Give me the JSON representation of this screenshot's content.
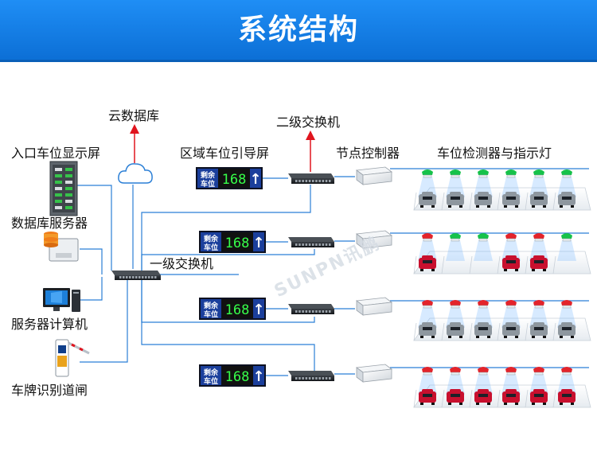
{
  "header": {
    "title": "系统结构",
    "bg": "#1a86ee"
  },
  "labels": {
    "cloud_db": "云数据库",
    "l2_switch": "二级交换机",
    "entrance_display": "入口车位显示屏",
    "zone_guide_screen": "区域车位引导屏",
    "node_controller": "节点控制器",
    "detector_indicator": "车位检测器与指示灯",
    "db_server": "数据库服务器",
    "l1_switch": "一级交换机",
    "service_pc": "服务器计算机",
    "plate_gate": "车牌识别道闸"
  },
  "guide_screens": [
    {
      "line1": "剩余",
      "line2": "车位",
      "count": "168",
      "arrow": "↑"
    },
    {
      "line1": "剩余",
      "line2": "车位",
      "count": "168",
      "arrow": "↑"
    },
    {
      "line1": "剩余",
      "line2": "车位",
      "count": "168",
      "arrow": "↑"
    },
    {
      "line1": "剩余",
      "line2": "车位",
      "count": "168",
      "arrow": "↑"
    }
  ],
  "watermark": "SUNPN讯鹏",
  "parking_rows": [
    {
      "lights": [
        "green",
        "green",
        "green",
        "green",
        "green",
        "green"
      ],
      "cars": [
        "silver",
        "silver",
        "silver",
        "silver",
        "silver",
        "silver"
      ]
    },
    {
      "lights": [
        "red",
        "green",
        "green",
        "red",
        "red",
        "green"
      ],
      "cars": [
        "red",
        "empty",
        "empty",
        "red",
        "red",
        "empty"
      ]
    },
    {
      "lights": [
        "red",
        "red",
        "red",
        "red",
        "red",
        "red"
      ],
      "cars": [
        "silver",
        "silver",
        "silver",
        "silver",
        "silver",
        "silver"
      ]
    },
    {
      "lights": [
        "red",
        "red",
        "red",
        "red",
        "red",
        "red"
      ],
      "cars": [
        "red",
        "red",
        "red",
        "red",
        "red",
        "red"
      ]
    }
  ],
  "colors": {
    "line": "#2b7fd6",
    "arrow": "#e0141e",
    "screen_blue": "#1b3f9c",
    "screen_black": "#111111",
    "digits": "#37ff4a",
    "light_green": "#16c24a",
    "light_red": "#e3242b",
    "car_red": "#c8102e",
    "car_silver": "#8e979f"
  }
}
